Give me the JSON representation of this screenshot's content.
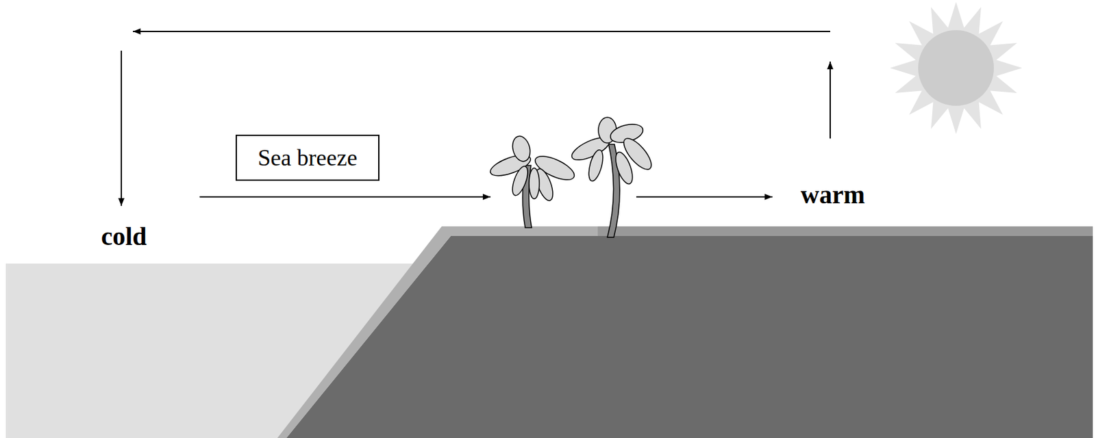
{
  "diagram": {
    "nodes": [
      {
        "text": [
          "Sea breeze"
        ]
      }
    ],
    "labels": [
      "cold",
      "warm"
    ]
  }
}
